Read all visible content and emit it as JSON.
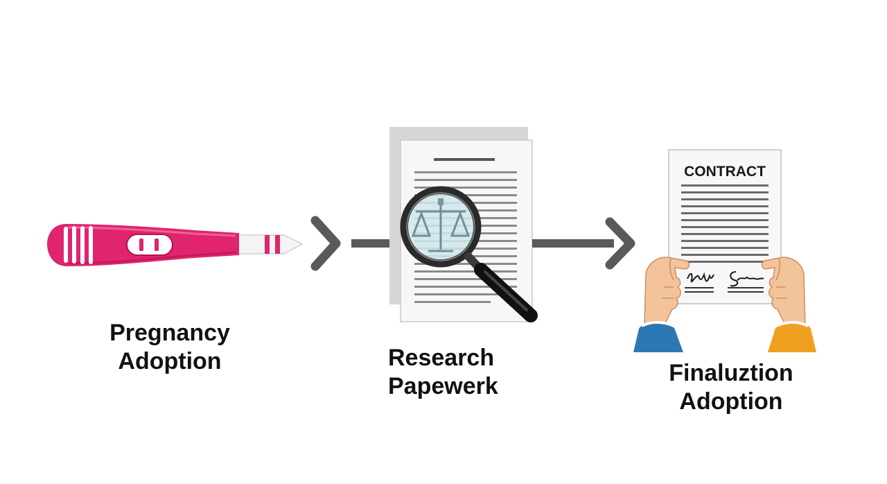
{
  "steps": [
    {
      "line1": "Pregnancy",
      "line2": "Adoption",
      "icon": "pregnancy-test-icon"
    },
    {
      "line1": "Research",
      "line2": "Papewerk",
      "icon": "magnified-document-icon"
    },
    {
      "line1": "Finaluztion",
      "line2": "Adoption",
      "icon": "signed-contract-icon"
    }
  ],
  "contract": {
    "title": "CONTRACT"
  },
  "colors": {
    "test_body": "#e0246e",
    "arrow": "#5a5a5a",
    "paper": "#f7f7f7",
    "text_lines": "#8a8a8a",
    "sleeve_left": "#2b78b4",
    "sleeve_right": "#f0a020",
    "skin": "#f3c39a"
  }
}
